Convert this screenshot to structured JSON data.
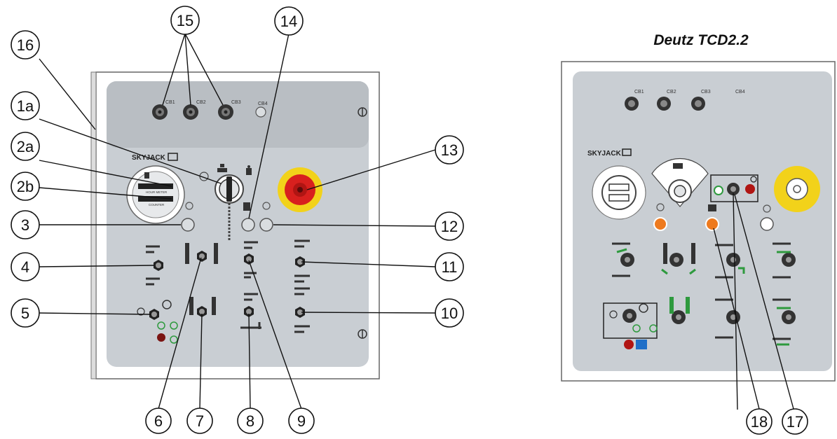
{
  "right_panel": {
    "title": "Deutz TCD2.2"
  },
  "left_panel": {
    "breaker_labels": [
      "CB1",
      "CB2",
      "CB3",
      "CB4"
    ],
    "brand": "SKYJACK",
    "hour_meter_labels": [
      "HOUR METER",
      "COUNTER"
    ]
  },
  "right_panel_details": {
    "breaker_labels": [
      "CB1",
      "CB2",
      "CB3",
      "CB4"
    ],
    "brand": "SKYJACK"
  },
  "callouts": {
    "c16": "16",
    "c15": "15",
    "c14": "14",
    "c1a": "1a",
    "c2a": "2a",
    "c2b": "2b",
    "c13": "13",
    "c3": "3",
    "c12": "12",
    "c4": "4",
    "c11": "11",
    "c5": "5",
    "c10": "10",
    "c6": "6",
    "c7": "7",
    "c8": "8",
    "c9": "9",
    "c18": "18",
    "c17": "17"
  },
  "colors": {
    "panel": "#c9ced3",
    "panel_dark": "#b8bdc2",
    "estop_red": "#d8201e",
    "estop_yellow": "#f2d21a",
    "indicator_orange": "#ee7a1e",
    "accent_green": "#2e9a3e",
    "accent_blue": "#1f6fc8"
  }
}
